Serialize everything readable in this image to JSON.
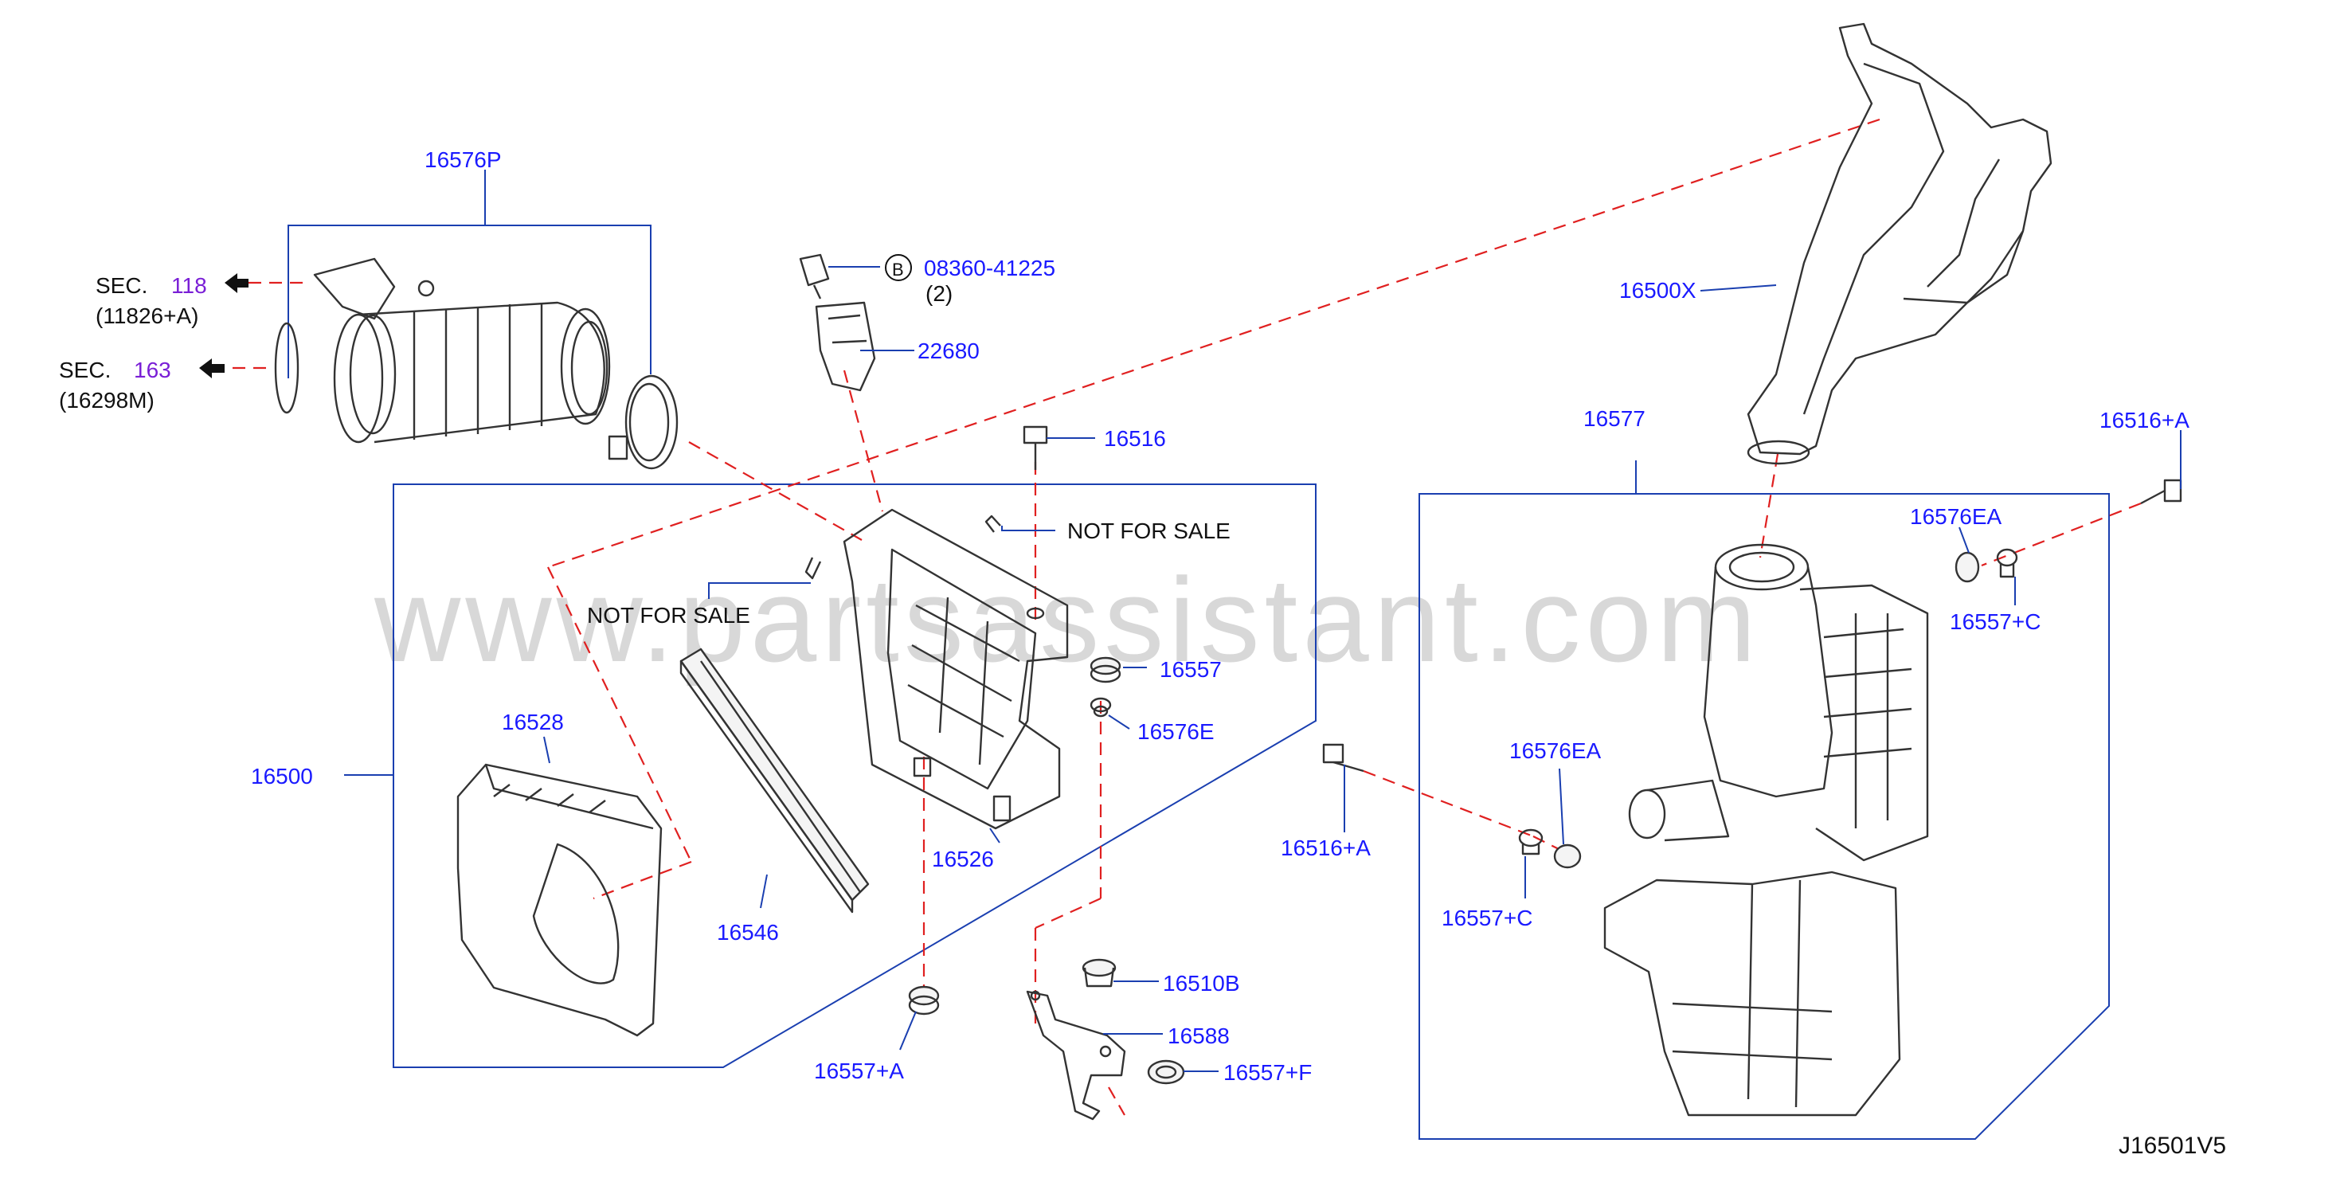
{
  "watermark": "www.partsassistant.com",
  "diagram_code": "J16501V5",
  "labels": {
    "p16576P": "16576P",
    "sec_word_1": "SEC.",
    "sec_num_1": "118",
    "sec_sub_1": "(11826+A)",
    "sec_word_2": "SEC.",
    "sec_num_2": "163",
    "sec_sub_2": "(16298M)",
    "bolt_circle": "B",
    "bolt_part": "08360-41225",
    "bolt_qty": "(2)",
    "p22680": "22680",
    "p16516": "16516",
    "not_for_sale_1": "NOT   FOR   SALE",
    "not_for_sale_2": "NOT   FOR   SALE",
    "p16500X": "16500X",
    "p16577": "16577",
    "p16516A_top": "16516+A",
    "p16576EA_top": "16576EA",
    "p16557C_top": "16557+C",
    "p16557": "16557",
    "p16576E": "16576E",
    "p16500": "16500",
    "p16528": "16528",
    "p16526": "16526",
    "p16546": "16546",
    "p16516A_mid": "16516+A",
    "p16576EA_mid": "16576EA",
    "p16557C_mid": "16557+C",
    "p16510B": "16510B",
    "p16588": "16588",
    "p16557A": "16557+A",
    "p16557F": "16557+F"
  },
  "colors": {
    "label_blue": "#1a1aff",
    "section_purple": "#7a1fd6",
    "leader_blue": "#1a3fb0",
    "dashed_red": "#e02020",
    "watermark_gray": "#d8d8d8"
  },
  "icons": [
    "arrow-left-icon",
    "circle-b-icon"
  ]
}
